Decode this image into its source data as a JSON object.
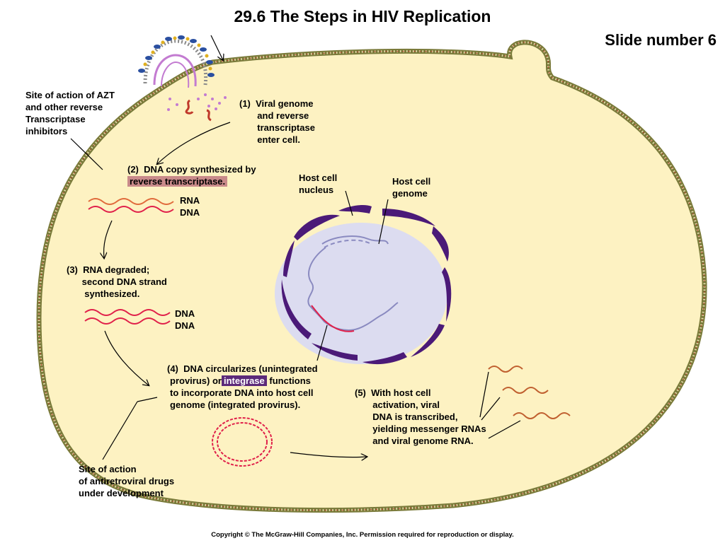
{
  "title": "29.6  The Steps in HIV Replication",
  "slide_number": "Slide number 6",
  "labels": {
    "azt": "Site of action of AZT\nand other reverse\nTranscriptase\ninhibitors",
    "step1": "(1)  Viral genome\n       and reverse\n       transcriptase\n       enter cell.",
    "step2_prefix": "(2)  DNA copy synthesized by",
    "step2_highlight": "reverse transcriptase.",
    "rna1": "RNA",
    "dna1": "DNA",
    "step3": "(3)  RNA degraded;\n      second DNA strand\n       synthesized.",
    "dna2": "DNA",
    "dna3": "DNA",
    "nucleus": "Host cell\nnucleus",
    "genome": "Host cell\ngenome",
    "step4_a": "(4)  DNA circularizes (unintegrated",
    "step4_b_pre": "provirus) or",
    "step4_b_hl": "integrase",
    "step4_b_post": " functions",
    "step4_c": "to incorporate DNA into host cell\ngenome (integrated provirus).",
    "step5": "(5)  With host cell\n       activation, viral\n       DNA is transcribed,\n       yielding messenger RNAs\n       and viral genome RNA.",
    "antiretroviral": "Site of action\nof antiretroviral drugs\nunder development"
  },
  "copyright": "Copyright © The McGraw-Hill Companies, Inc. Permission required for reproduction or display."
}
